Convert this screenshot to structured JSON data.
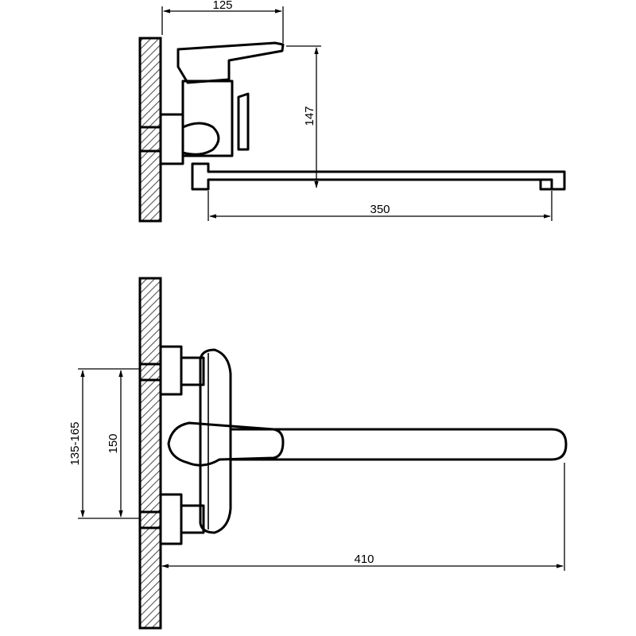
{
  "dimensions": {
    "side_view": {
      "width_label": "125",
      "height_label": "147",
      "spout_label": "350"
    },
    "front_view": {
      "spread_label": "135-165",
      "center_label": "150",
      "reach_label": "410"
    }
  },
  "colors": {
    "line": "#000000",
    "background": "#ffffff"
  }
}
